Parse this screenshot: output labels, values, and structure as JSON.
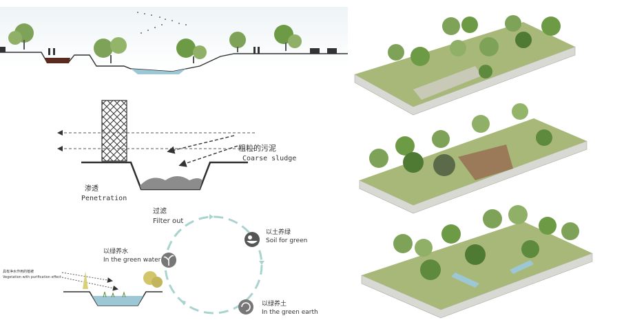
{
  "labels": {
    "coarse_sludge_cn": "粗粒的污泥",
    "coarse_sludge_en": "Coarse sludge",
    "penetration_cn": "渗透",
    "penetration_en": "Penetration",
    "filter_cn": "过滤",
    "filter_en": "Filter out",
    "soil_cn": "以土养绿",
    "soil_en": "Soil for green",
    "water_cn": "以绿养水",
    "water_en": "In the green water",
    "earth_cn": "以绿养土",
    "earth_en": "In the green earth",
    "veg_cn": "具有净水作用的植被",
    "veg_en": "Vegetation with purification effect"
  },
  "colors": {
    "ground": "#2e2e2e",
    "water": "#9ec7d6",
    "sludge": "#8c8c8c",
    "cycle": "#a9d3cf",
    "tree": "#6d9a45",
    "tree_dark": "#4e7a34",
    "grass": "#a8b878",
    "slab": "#d9d9d4"
  },
  "icons": {
    "filter_node": "soil-bowl-icon",
    "soil_node": "soil-bowl-icon",
    "water_node": "seedling-icon",
    "earth_node": "recycle-icon"
  }
}
